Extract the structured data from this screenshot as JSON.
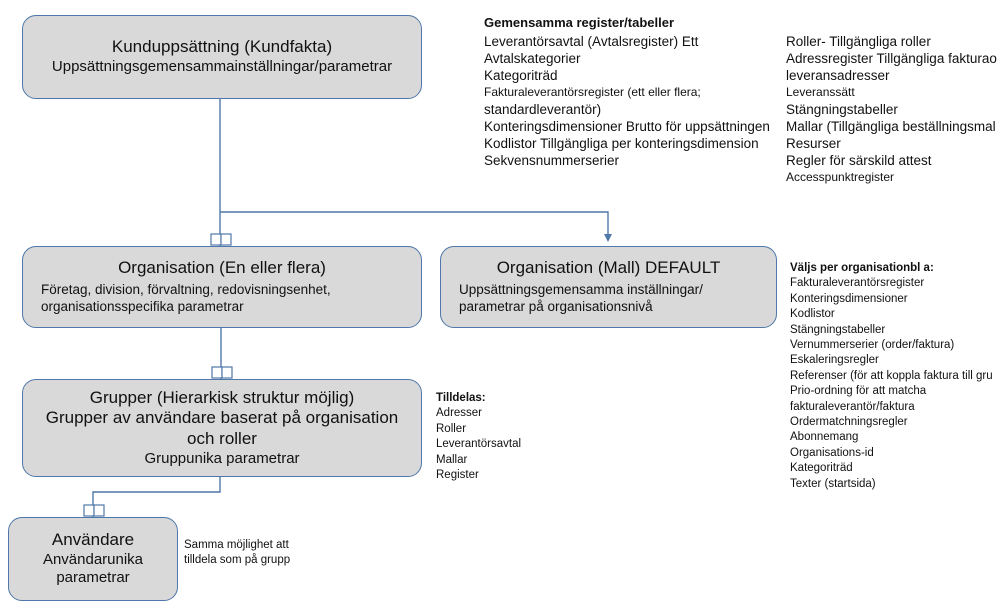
{
  "boxes": {
    "kund": {
      "title": "Kunduppsättning (Kundfakta)",
      "subtitle": "Uppsättningsgemensammainställningar/parametrar"
    },
    "org": {
      "title": "Organisation (En eller flera)",
      "line1": "Företag, division, förvaltning, redovisningsenhet,",
      "line2": "organisationsspecifika parametrar"
    },
    "mall": {
      "title": "Organisation (Mall) DEFAULT",
      "line1": "Uppsättningsgemensamma inställningar/",
      "line2": "parametrar på organisationsnivå"
    },
    "grupper": {
      "line1": "Grupper (Hierarkisk struktur möjlig)",
      "line2": "Grupper av användare baserat på organisation",
      "line3": "och roller",
      "line4": "Gruppunika parametrar"
    },
    "anvandare": {
      "line1": "Användare",
      "line2": "Användarunika",
      "line3": "parametrar"
    }
  },
  "gemensamma": {
    "heading": "Gemensamma register/tabeller",
    "col1": [
      "Leverantörsavtal (Avtalsregister) Ett",
      "Avtalskategorier",
      "Kategoriträd",
      "Fakturaleverantörsregister (ett eller flera;",
      "standardleverantör)",
      "Konteringsdimensioner Brutto för uppsättningen",
      "Kodlistor Tillgängliga per konteringsdimension",
      "Sekvensnummerserier"
    ],
    "col2": [
      "Roller- Tillgängliga roller",
      "Adressregister Tillgängliga fakturao",
      "leveransadresser",
      "Leveranssätt",
      "Stängningstabeller",
      "Mallar (Tillgängliga beställningsmal",
      "Resurser",
      "Regler för särskild attest",
      "Accesspunktregister"
    ]
  },
  "valjs": {
    "heading": "Väljs per organisationbl a:",
    "items": [
      "Fakturaleverantörsregister",
      "Konteringsdimensioner",
      "Kodlistor",
      "Stängningstabeller",
      "Vernummerserier (order/faktura)",
      "Eskaleringsregler",
      "Referenser (för att koppla faktura till gru",
      "Prio-ordning för att matcha",
      "fakturaleverantör/faktura",
      "Ordermatchningsregler",
      "Abonnemang",
      "Organisations-id",
      "Kategoriträd",
      "Texter (startsida)"
    ]
  },
  "tilldelas": {
    "heading": "Tilldelas:",
    "items": [
      "Adresser",
      "Roller",
      "Leverantörsavtal",
      "Mallar",
      "Register"
    ]
  },
  "samma": {
    "line1": "Samma möjlighet att",
    "line2": "tilldela som på grupp"
  },
  "colors": {
    "box_fill": "#d9d9d9",
    "box_border": "#4f77a9",
    "connector": "#4f77a9"
  }
}
